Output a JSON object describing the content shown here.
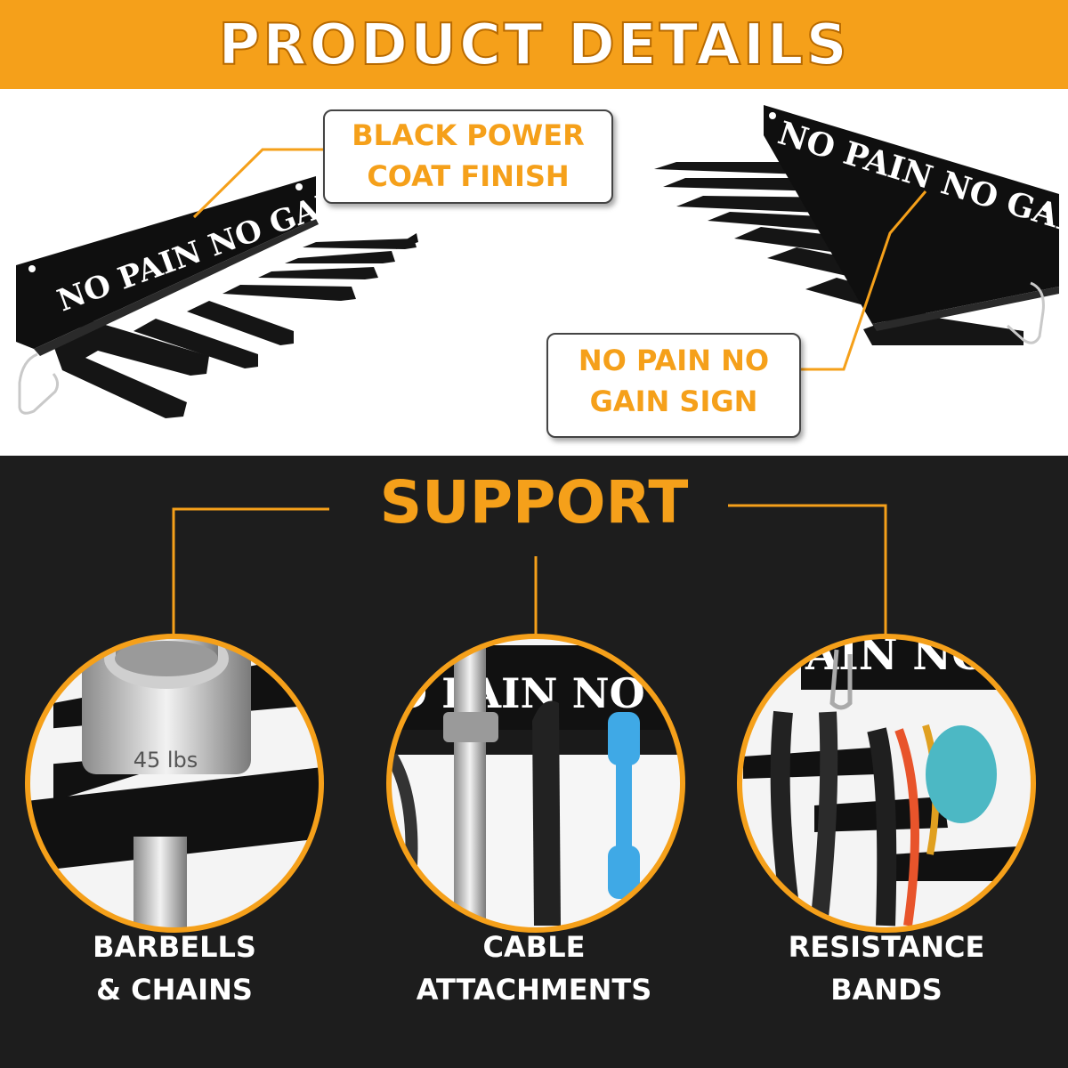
{
  "header": {
    "title": "PRODUCT DETAILS"
  },
  "callouts": {
    "finish": {
      "line1": "BLACK POWER",
      "line2": "COAT FINISH"
    },
    "sign": {
      "line1": "NO PAIN NO",
      "line2": "GAIN SIGN"
    }
  },
  "rack_sign_text": "NO PAIN NO GAIN",
  "support": {
    "title": "SUPPORT",
    "items": [
      {
        "line1": "BARBELLS",
        "line2": "& CHAINS",
        "icon": "barbell-plate-photo",
        "plate_text": "45 lbs"
      },
      {
        "line1": "CABLE",
        "line2": "ATTACHMENTS",
        "icon": "cable-attachments-photo",
        "sign_text": "O PAIN NO GA"
      },
      {
        "line1": "RESISTANCE",
        "line2": "BANDS",
        "icon": "resistance-bands-photo",
        "sign_text": "AIN NO G"
      }
    ]
  },
  "colors": {
    "accent": "#f5a01a",
    "dark_bg": "#1d1d1d",
    "rack": "#111111"
  }
}
